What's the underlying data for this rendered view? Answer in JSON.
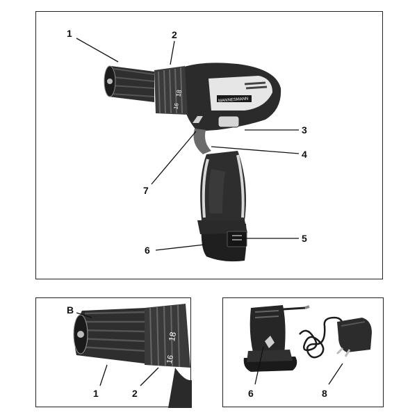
{
  "main_figure": {
    "callouts": [
      "1",
      "2",
      "3",
      "4",
      "5",
      "6",
      "7"
    ],
    "brand": "MANNESMANN",
    "chuck_marks": [
      "18",
      "16"
    ]
  },
  "chuck_figure": {
    "callouts": [
      "B",
      "1",
      "2"
    ],
    "chuck_marks": [
      "18",
      "16"
    ]
  },
  "charger_figure": {
    "callouts": [
      "6",
      "8"
    ]
  }
}
